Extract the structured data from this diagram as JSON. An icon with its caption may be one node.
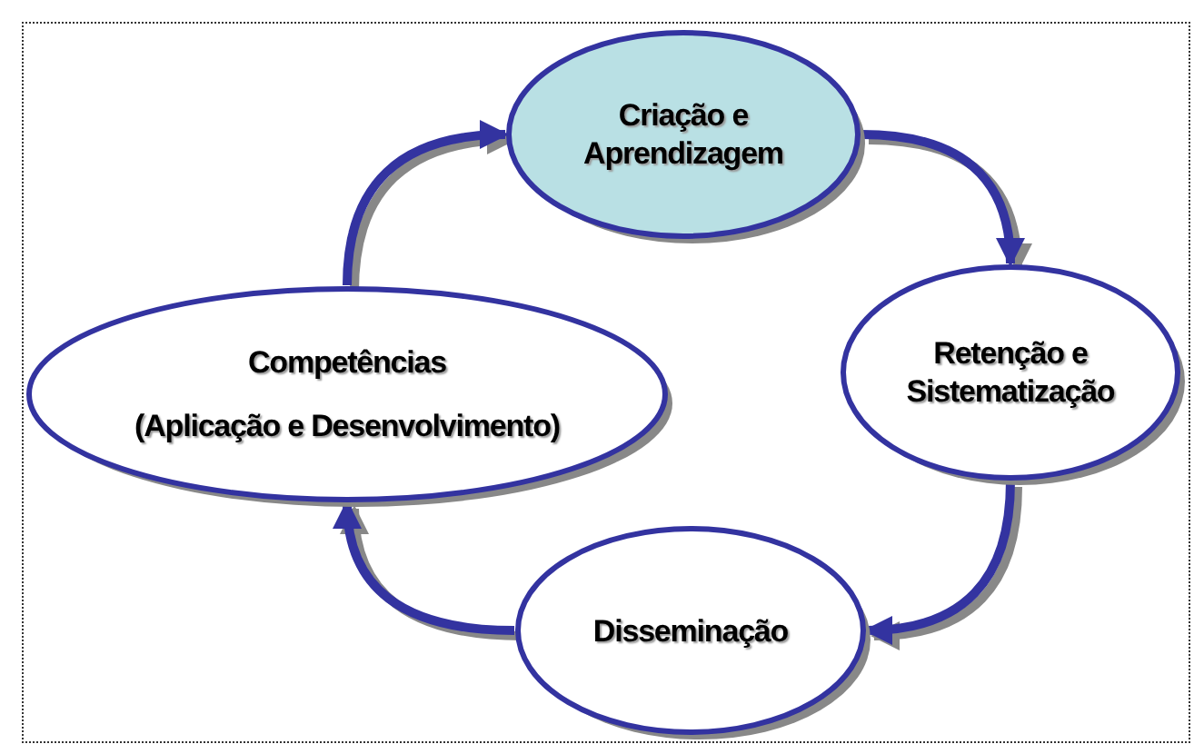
{
  "diagram": {
    "nodes": [
      {
        "text": [
          "Criação e Aprendizagem"
        ]
      },
      {
        "text": [
          "Retenção e Sistematização"
        ]
      },
      {
        "text": [
          "Disseminação"
        ]
      },
      {
        "text": [
          "Competências",
          "(Aplicação e Desenvolvimento)"
        ]
      }
    ],
    "edges": [
      {
        "from": 3,
        "to": 0,
        "arrow": "to"
      },
      {
        "from": 0,
        "to": 1,
        "arrow": "to"
      },
      {
        "from": 1,
        "to": 2,
        "arrow": "to"
      },
      {
        "from": 2,
        "to": 3,
        "arrow": "to"
      }
    ]
  }
}
